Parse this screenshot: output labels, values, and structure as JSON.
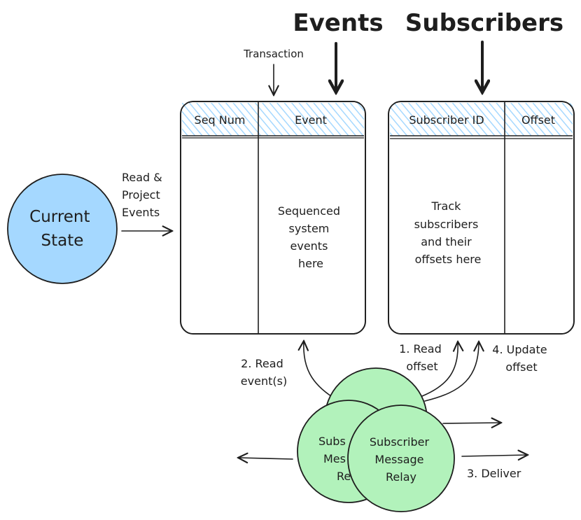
{
  "headings": {
    "events": "Events",
    "subscribers": "Subscribers"
  },
  "annotations": {
    "transaction": "Transaction",
    "read_project": [
      "Read &",
      "Project",
      "Events"
    ],
    "read_events": [
      "2. Read",
      "event(s)"
    ],
    "read_offset": [
      "1. Read",
      "offset"
    ],
    "update_offset": [
      "4. Update",
      "offset"
    ],
    "deliver": "3. Deliver"
  },
  "current_state": {
    "lines": [
      "Current",
      "State"
    ],
    "color": "#a5d8ff"
  },
  "events_table": {
    "columns": [
      "Seq Num",
      "Event"
    ],
    "body": [
      "Sequenced",
      "system",
      "events",
      "here"
    ]
  },
  "subscribers_table": {
    "columns": [
      "Subscriber ID",
      "Offset"
    ],
    "body": [
      "Track",
      "subscribers",
      "and their",
      "offsets here"
    ]
  },
  "relay": {
    "lines": [
      "Subscriber",
      "Message",
      "Relay"
    ],
    "back_partial": [
      "Subs",
      "Mes",
      "Re"
    ],
    "color": "#b2f2bb"
  },
  "colors": {
    "header_hatch": "#a5d8ff",
    "stroke": "#1e1e1e"
  }
}
